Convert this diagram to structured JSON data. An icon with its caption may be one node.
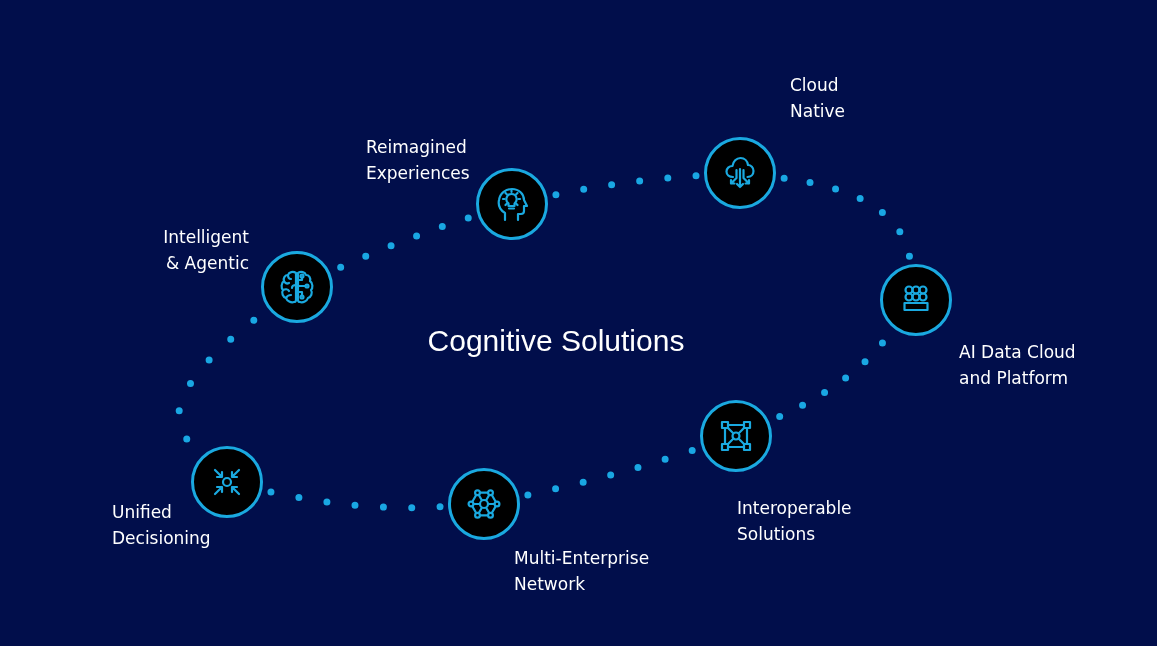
{
  "diagram": {
    "title": "Cognitive Solutions",
    "nodes": [
      {
        "text": [
          "Intelligent & Agentic"
        ]
      },
      {
        "text": [
          "Reimagined Experiences"
        ]
      },
      {
        "text": [
          "Cloud Native"
        ]
      },
      {
        "text": [
          "AI Data Cloud and Platform"
        ]
      },
      {
        "text": [
          "Interoperable Solutions"
        ]
      },
      {
        "text": [
          "Multi-Enterprise Network"
        ]
      },
      {
        "text": [
          "Unified Decisioning"
        ]
      }
    ],
    "edges": [
      {
        "from": 0,
        "to": 1,
        "arrow": "none",
        "style": "dashed"
      },
      {
        "from": 1,
        "to": 2,
        "arrow": "none",
        "style": "dashed"
      },
      {
        "from": 2,
        "to": 3,
        "arrow": "none",
        "style": "dashed"
      },
      {
        "from": 3,
        "to": 4,
        "arrow": "none",
        "style": "dashed"
      },
      {
        "from": 4,
        "to": 5,
        "arrow": "none",
        "style": "dashed"
      },
      {
        "from": 5,
        "to": 6,
        "arrow": "none",
        "style": "dashed"
      },
      {
        "from": 6,
        "to": 0,
        "arrow": "none",
        "style": "dashed"
      }
    ]
  }
}
